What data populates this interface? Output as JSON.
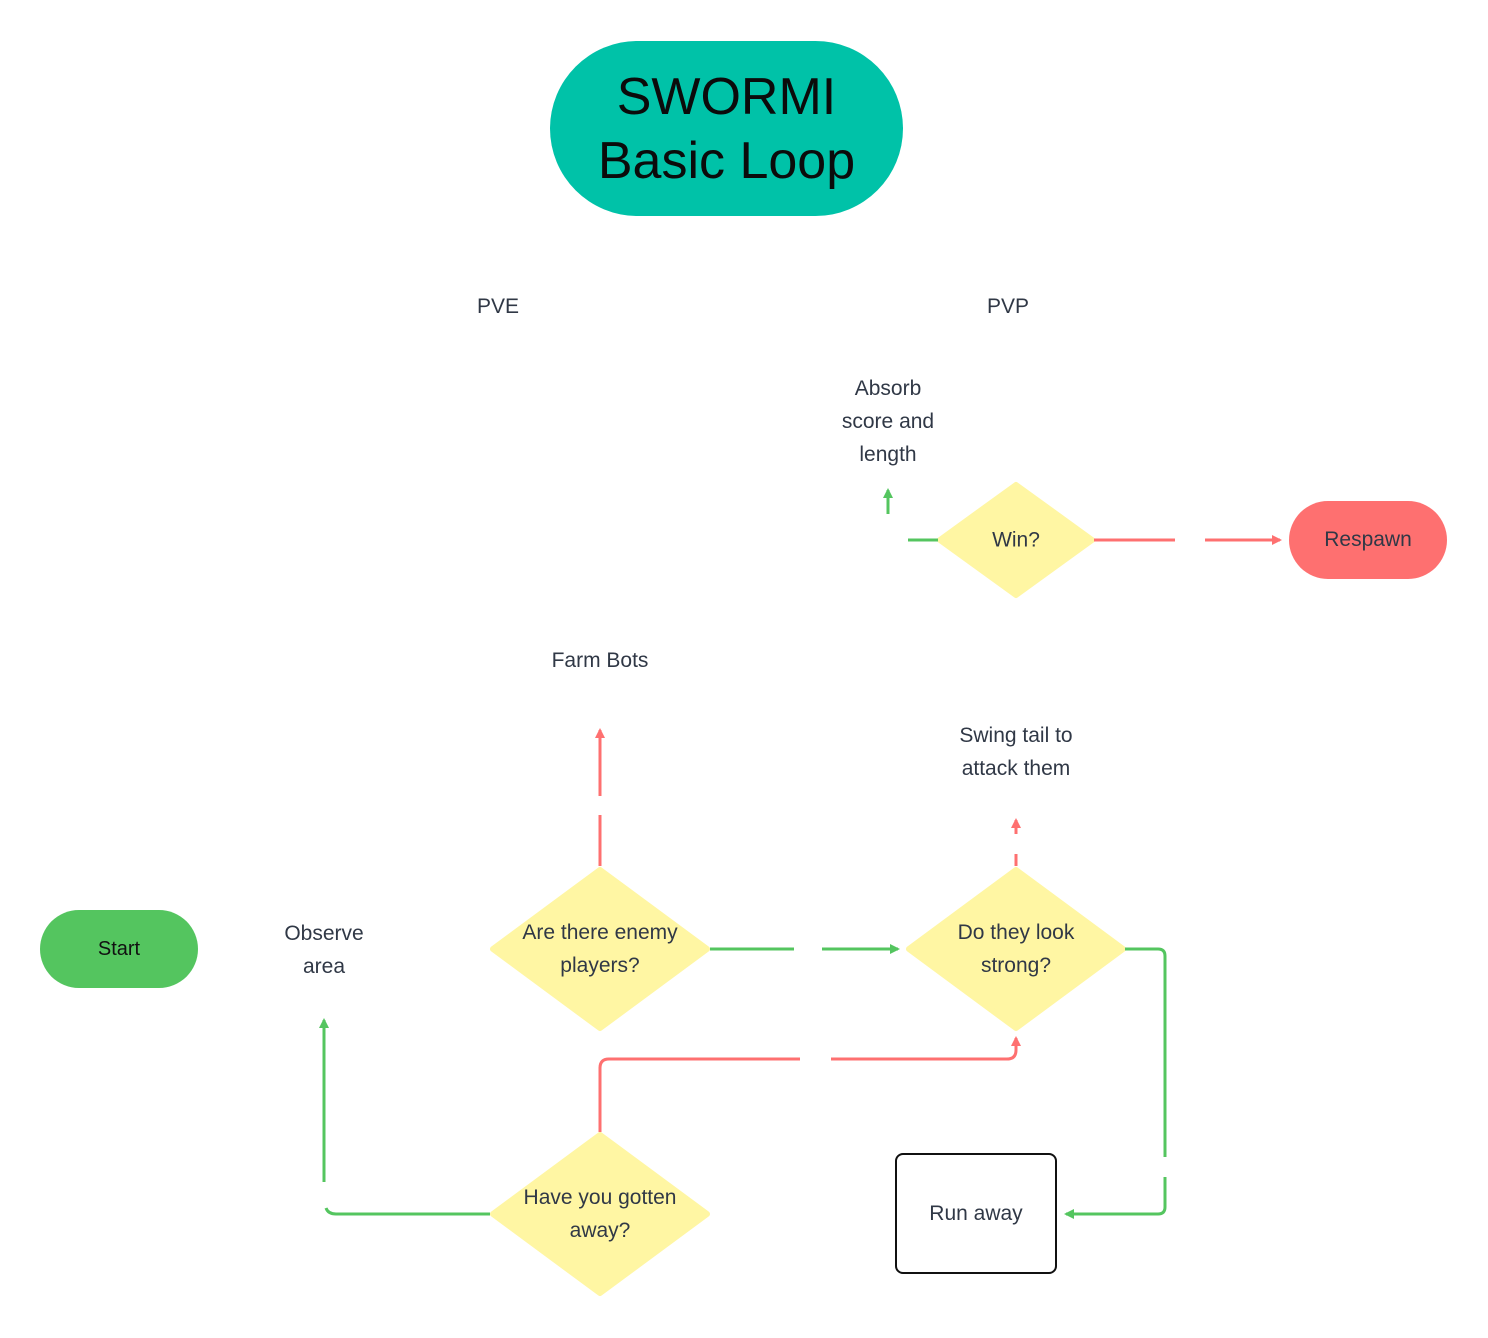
{
  "title": "SWORMI\nBasic Loop",
  "sections": {
    "pve": "PVE",
    "pvp": "PVP"
  },
  "nodes": {
    "start": "Start",
    "observe_area": "Observe\narea",
    "enemy_players": "Are there enemy\nplayers?",
    "farm_bots": "Farm Bots",
    "look_strong": "Do they look\nstrong?",
    "swing_tail": "Swing tail to\nattack them",
    "gotten_away": "Have you gotten\naway?",
    "run_away": "Run away",
    "win": "Win?",
    "absorb": "Absorb\nscore and\nlength",
    "respawn": "Respawn"
  },
  "colors": {
    "title_fill": "#00c2a8",
    "start_fill": "#54c55f",
    "respawn_fill": "#fe7070",
    "decision_fill": "#fff6a3",
    "yes_line": "#54c55f",
    "no_line": "#fe7070",
    "text": "#303846"
  }
}
